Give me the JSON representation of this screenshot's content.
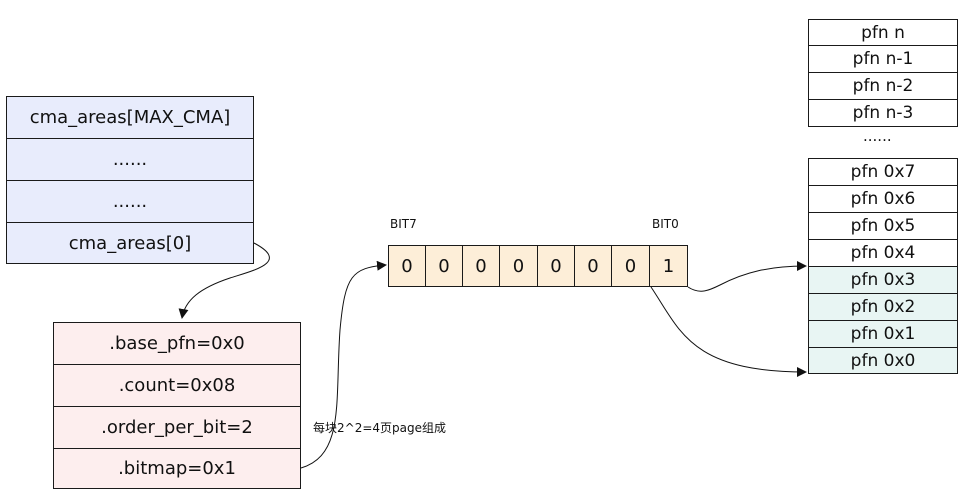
{
  "cma_areas": {
    "items": [
      "cma_areas[MAX_CMA]",
      "......",
      "......",
      "cma_areas[0]"
    ]
  },
  "cma_struct": {
    "fields": [
      ".base_pfn=0x0",
      ".count=0x08",
      ".order_per_bit=2",
      ".bitmap=0x1"
    ]
  },
  "bitmap": {
    "high_label": "BIT7",
    "low_label": "BIT0",
    "bits": [
      "0",
      "0",
      "0",
      "0",
      "0",
      "0",
      "0",
      "1"
    ]
  },
  "annotation": "每块2^2=4页page组成",
  "pfn_top": [
    "pfn n",
    "pfn n-1",
    "pfn n-2",
    "pfn n-3"
  ],
  "pfn_ellipsis": "......",
  "pfn_bottom": [
    "pfn 0x7",
    "pfn 0x6",
    "pfn 0x5",
    "pfn 0x4",
    "pfn 0x3",
    "pfn 0x2",
    "pfn 0x1",
    "pfn 0x0"
  ],
  "colors": {
    "cma_areas_fill": "#e8ecfc",
    "cma_struct_fill": "#fdeeee",
    "bitmap_fill": "#fdeed8",
    "pfn_used_fill": "#e8f5f3"
  }
}
